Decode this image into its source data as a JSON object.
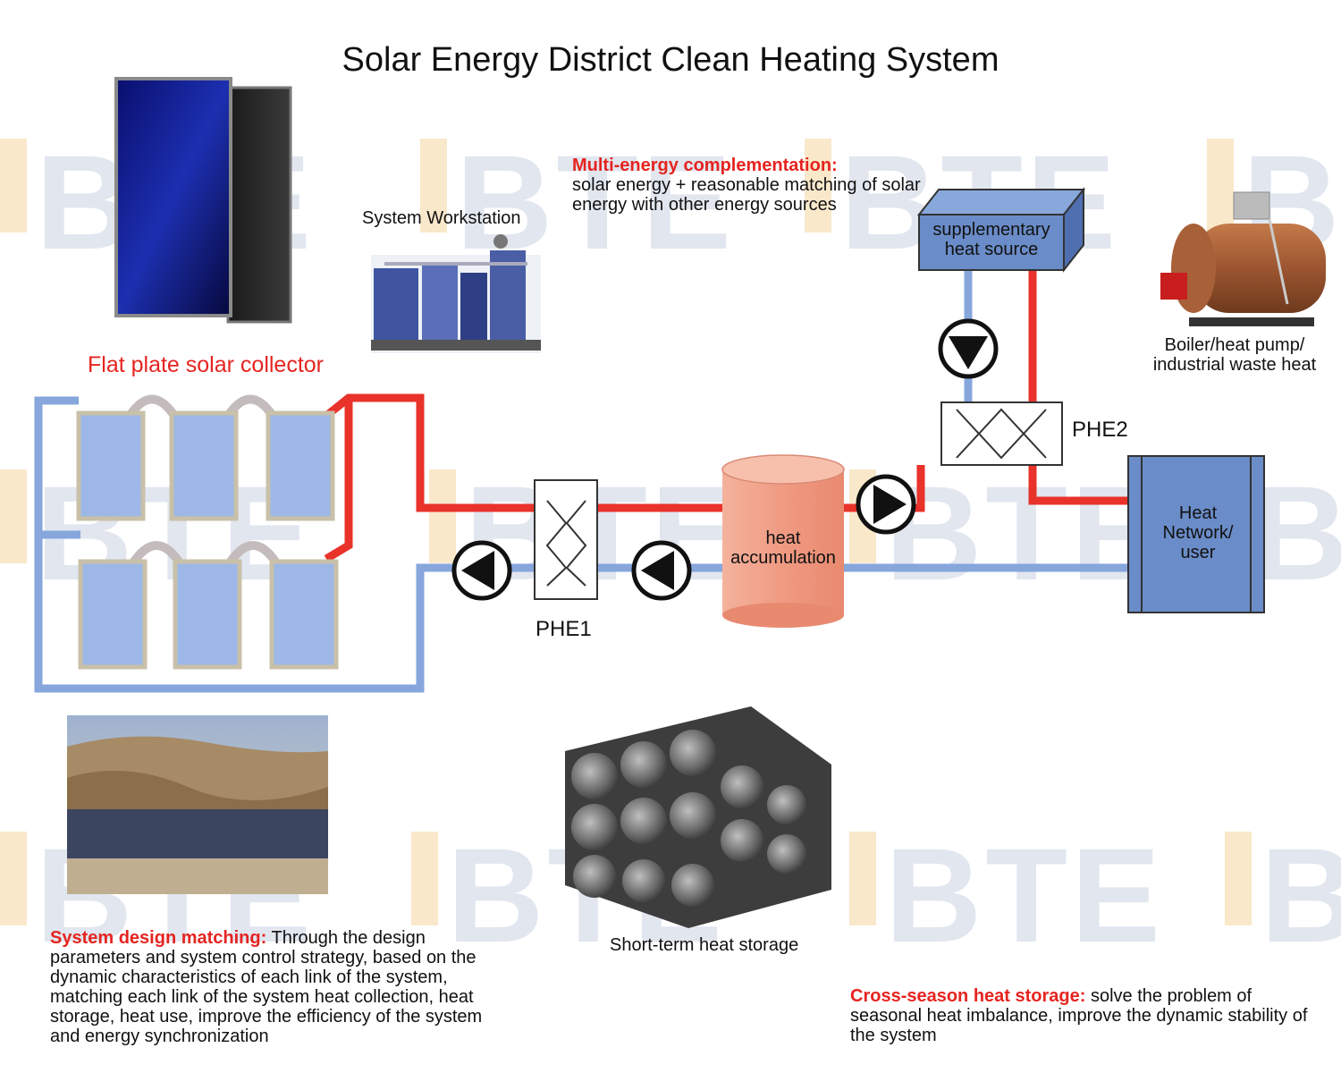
{
  "title": "Solar Energy District Clean Heating System",
  "watermark": "BTE",
  "labels": {
    "flat_plate_collector": "Flat plate solar collector",
    "system_workstation": "System Workstation",
    "supplementary_heat_source": "supplementary heat source",
    "boiler": "Boiler/heat pump/ industrial waste heat",
    "phe1": "PHE1",
    "phe2": "PHE2",
    "heat_accumulation": "heat accumulation",
    "heat_network": "Heat Network/ user",
    "short_term_storage": "Short-term heat storage"
  },
  "notes": {
    "multi_energy": {
      "heading": "Multi-energy complementation:",
      "body": "solar energy + reasonable matching of solar energy with other energy sources"
    },
    "design_matching": {
      "heading": "System design matching:",
      "body": "Through the design parameters and system control strategy, based on the dynamic characteristics of each link of the system, matching each link of the system heat collection, heat storage, heat use, improve the efficiency of the system and energy synchronization"
    },
    "cross_season": {
      "heading": "Cross-season heat storage:",
      "body": "solve the problem of seasonal heat imbalance, improve the dynamic stability of the system"
    }
  },
  "colors": {
    "hot_pipe": "#e8322a",
    "cold_pipe": "#86a6dc",
    "panel_fill": "#9db8e6",
    "box_fill": "#6a8cc8",
    "tank_fill": "#f2a08a",
    "title_red": "#e52420"
  }
}
